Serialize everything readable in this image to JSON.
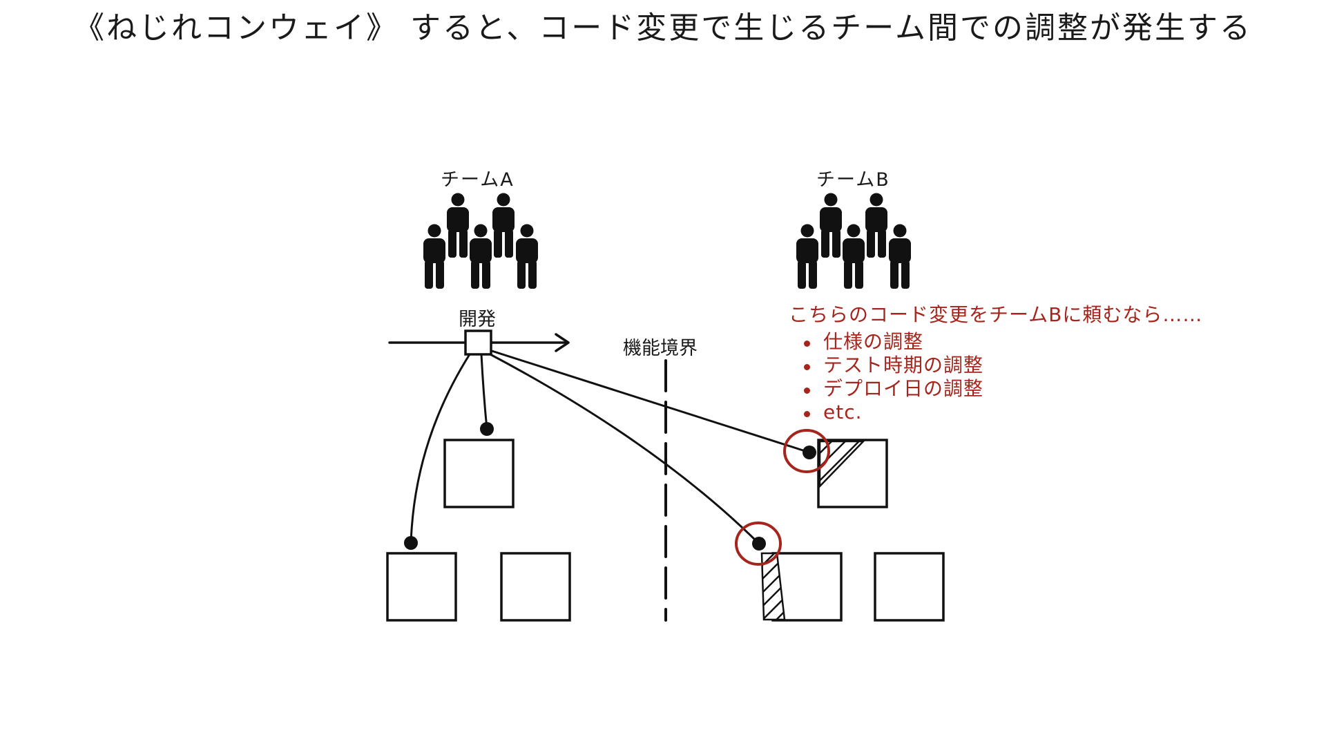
{
  "title": "《ねじれコンウェイ》 すると、コード変更で生じるチーム間での調整が発生する",
  "teams": {
    "a": {
      "label": "チームA"
    },
    "b": {
      "label": "チームB"
    }
  },
  "development_label": "開発",
  "boundary_label": "機能境界",
  "note": {
    "heading": "こちらのコード変更をチームBに頼むなら……",
    "items": [
      "仕様の調整",
      "テスト時期の調整",
      "デプロイ日の調整",
      "etc."
    ]
  },
  "colors": {
    "ink": "#111111",
    "accent_red": "#a5241c",
    "background": "#ffffff"
  },
  "icons": {
    "team_members": "person-icon",
    "list_marker": "bullet-icon"
  }
}
